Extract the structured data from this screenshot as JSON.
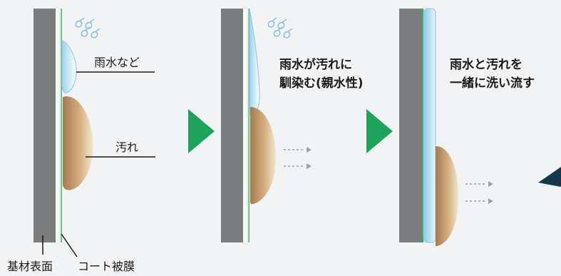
{
  "panel1": {
    "rain_label": "雨水など",
    "dirt_label": "汚れ",
    "substrate_label": "基材表面",
    "coating_label": "コート被膜"
  },
  "panel2": {
    "caption_line1": "雨水が汚れに",
    "caption_line2": "馴染む(親水性)"
  },
  "panel3": {
    "caption_line1": "雨水と汚れを",
    "caption_line2": "一緒に洗い流す"
  },
  "colors": {
    "background": "#f2f3f5",
    "substrate": "#7b7c7e",
    "coating_edge": "#3aa35a",
    "step_arrow": "#1fa35a",
    "water": "#cbe7f4",
    "dirt": "#c9a273",
    "dark_shape": "#16384f"
  }
}
